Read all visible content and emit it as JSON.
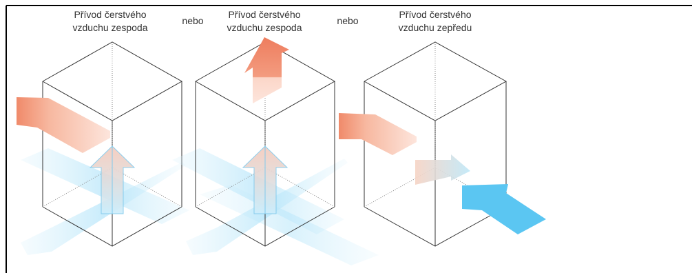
{
  "captions": [
    {
      "text": "Přívod čerstvého\nvzduchu zespoda"
    },
    {
      "text": "Přívod čerstvého\nvzduchu zespoda"
    },
    {
      "text": "Přívod čerstvého\nvzduchu zepředu"
    }
  ],
  "separators": [
    "nebo",
    "nebo"
  ],
  "colors": {
    "warm_air": "#f08060",
    "warm_air_light": "#fbd0c0",
    "cold_air": "#5bc6f2",
    "cold_air_light": "#cfeefb",
    "box_line": "#333333",
    "hidden_line": "#888888",
    "border": "#000000"
  }
}
